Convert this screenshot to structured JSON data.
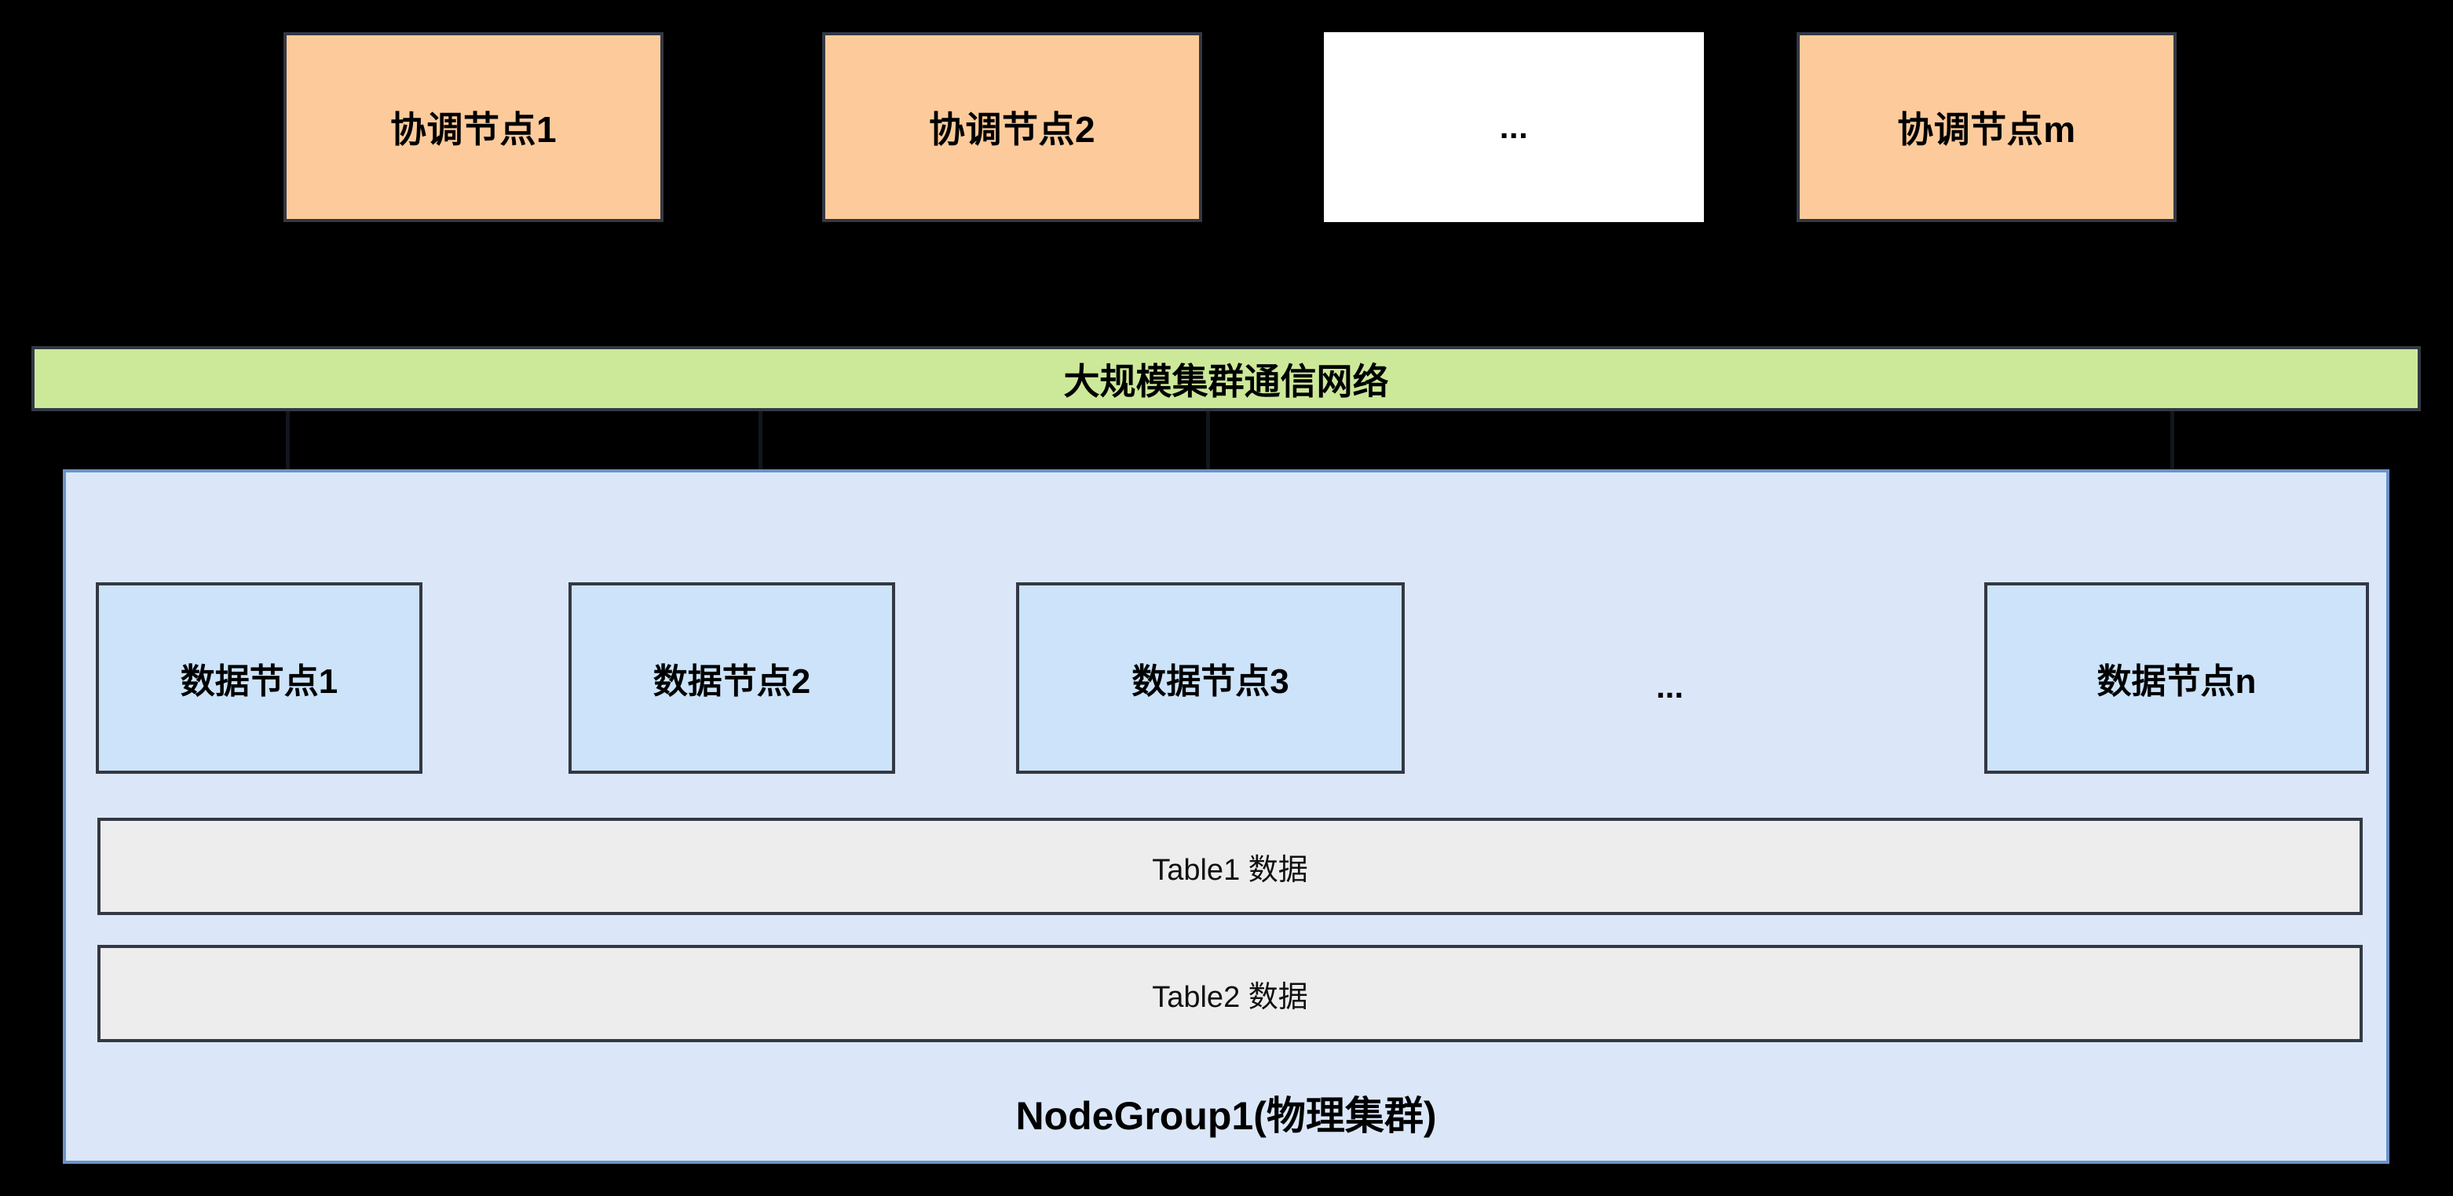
{
  "diagram": {
    "title": "NodeGroup cluster architecture diagram",
    "colors": {
      "background": "#000000",
      "coordinator_fill": "#FDCB9B",
      "coordinator_stroke": "#333844",
      "network_fill": "#CCE99A",
      "network_stroke": "#333844",
      "group_fill": "#DBE7F9",
      "group_stroke": "#6C92C8",
      "data_node_fill": "#CCE3FA",
      "data_node_stroke": "#333844",
      "table_fill": "#EDEDED",
      "table_stroke": "#333844",
      "text": "#000000",
      "arrow": "#11161F"
    }
  },
  "coordinators": [
    {
      "label": "协调节点1",
      "kind": "node"
    },
    {
      "label": "协调节点2",
      "kind": "node"
    },
    {
      "label": "...",
      "kind": "ellipsis"
    },
    {
      "label": "协调节点m",
      "kind": "node"
    }
  ],
  "network": {
    "label": "大规模集群通信网络"
  },
  "nodegroup": {
    "label": "NodeGroup1(物理集群)",
    "data_nodes": [
      {
        "label": "数据节点1"
      },
      {
        "label": "数据节点2"
      },
      {
        "label": "数据节点3"
      },
      {
        "label": "数据节点n"
      }
    ],
    "data_nodes_ellipsis": "...",
    "tables": [
      {
        "label": "Table1 数据"
      },
      {
        "label": "Table2 数据"
      }
    ]
  },
  "arrows": [
    {
      "from": "network",
      "to": "data-node-1"
    },
    {
      "from": "network",
      "to": "data-node-2"
    },
    {
      "from": "network",
      "to": "data-node-3"
    },
    {
      "from": "network",
      "to": "data-node-n"
    }
  ]
}
